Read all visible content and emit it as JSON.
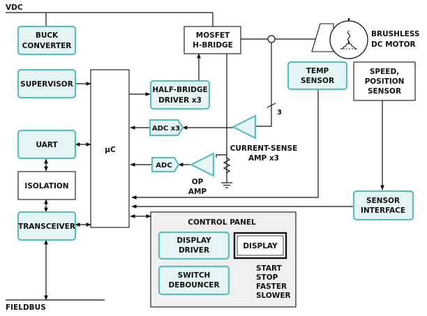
{
  "labels": {
    "vdc": "VDC",
    "fieldbus": "FIELDBUS",
    "buck_converter": [
      "BUCK",
      "CONVERTER"
    ],
    "supervisor": "SUPERVISOR",
    "uart": "UART",
    "isolation": "ISOLATION",
    "transceiver": "TRANSCEIVER",
    "microcontroller": "µC",
    "mosfet_bridge": [
      "MOSFET",
      "H-BRIDGE"
    ],
    "half_bridge_driver": [
      "HALF-BRIDGE",
      "DRIVER x3"
    ],
    "adc_x3": "ADC x3",
    "adc": "ADC",
    "op_amp": [
      "OP",
      "AMP"
    ],
    "current_sense_amp": [
      "CURRENT-SENSE",
      "AMP x3"
    ],
    "bus_width": "3",
    "brushless_motor": [
      "BRUSHLESS",
      "DC MOTOR"
    ],
    "temp_sensor": [
      "TEMP",
      "SENSOR"
    ],
    "speed_position_sensor": [
      "SPEED,",
      "POSITION",
      "SENSOR"
    ],
    "sensor_interface": [
      "SENSOR",
      "INTERFACE"
    ],
    "control_panel": "CONTROL PANEL",
    "display_driver": [
      "DISPLAY",
      "DRIVER"
    ],
    "display": "DISPLAY",
    "switch_debouncer": [
      "SWITCH",
      "DEBOUNCER"
    ],
    "switch_functions": [
      "START",
      "STOP",
      "FASTER",
      "SLOWER"
    ]
  },
  "colors": {
    "block_fill": "#e4f4f4",
    "block_border": "#5fbcbc",
    "panel_fill": "#efefef",
    "line": "#111111"
  }
}
